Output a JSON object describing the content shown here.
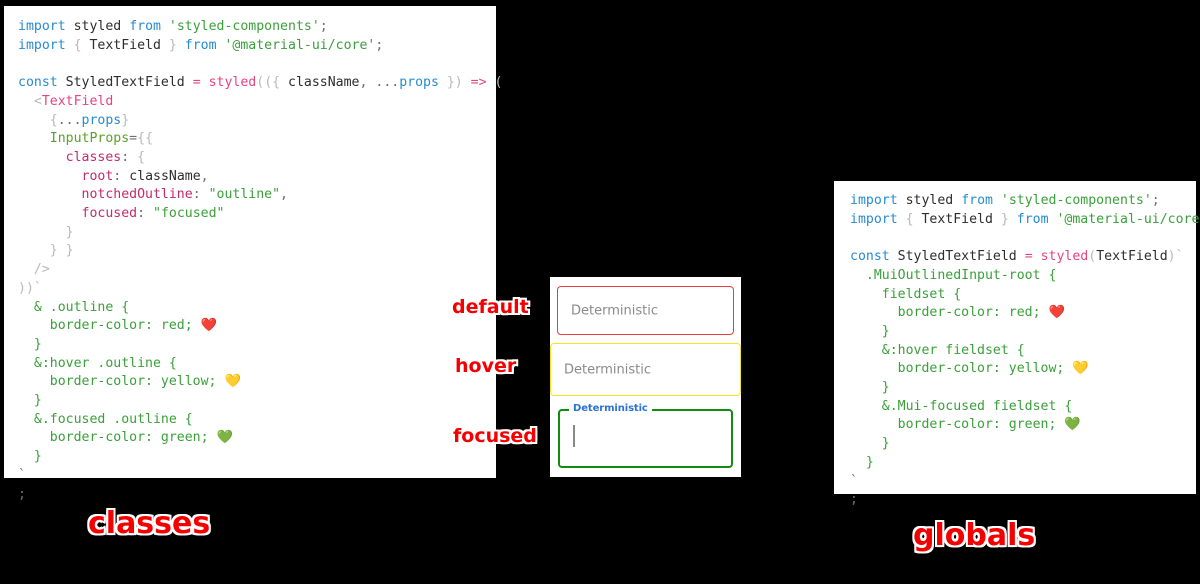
{
  "background_color": "#000000",
  "accent_colors": {
    "annotation_text": "#f50000",
    "annotation_outline": "#ffffff",
    "keyword": "#268bd2",
    "string": "#3aa03a",
    "function": "#e8437f",
    "object_key": "#c42a6b",
    "jsx_attribute": "#5aa02c",
    "panel_background": "#ffffff"
  },
  "left_panel": {
    "name": "classes-approach-code",
    "annotation": "classes",
    "language": "jsx",
    "lines": [
      {
        "tokens": [
          {
            "t": "import",
            "c": "kw"
          },
          {
            "t": " ",
            "c": "punc"
          },
          {
            "t": "styled",
            "c": "plain"
          },
          {
            "t": " ",
            "c": "punc"
          },
          {
            "t": "from",
            "c": "kw"
          },
          {
            "t": " ",
            "c": "punc"
          },
          {
            "t": "'styled-components'",
            "c": "str"
          },
          {
            "t": ";",
            "c": "punc2"
          }
        ]
      },
      {
        "tokens": [
          {
            "t": "import",
            "c": "kw"
          },
          {
            "t": " { ",
            "c": "punc"
          },
          {
            "t": "TextField",
            "c": "plain"
          },
          {
            "t": " } ",
            "c": "punc"
          },
          {
            "t": "from",
            "c": "kw"
          },
          {
            "t": " ",
            "c": "punc"
          },
          {
            "t": "'@material-ui/core'",
            "c": "str"
          },
          {
            "t": ";",
            "c": "punc2"
          }
        ]
      },
      {
        "tokens": []
      },
      {
        "tokens": [
          {
            "t": "const",
            "c": "kw"
          },
          {
            "t": " ",
            "c": "punc"
          },
          {
            "t": "StyledTextField",
            "c": "plain"
          },
          {
            "t": " ",
            "c": "punc"
          },
          {
            "t": "=",
            "c": "fn"
          },
          {
            "t": " ",
            "c": "punc"
          },
          {
            "t": "styled",
            "c": "fn"
          },
          {
            "t": "(({ ",
            "c": "punc"
          },
          {
            "t": "className",
            "c": "plain"
          },
          {
            "t": ", ",
            "c": "punc2"
          },
          {
            "t": "...",
            "c": "punc2"
          },
          {
            "t": "props",
            "c": "var"
          },
          {
            "t": " }) ",
            "c": "punc"
          },
          {
            "t": "=>",
            "c": "fn"
          },
          {
            "t": " (",
            "c": "punc"
          }
        ]
      },
      {
        "tokens": [
          {
            "t": "  <",
            "c": "punc"
          },
          {
            "t": "TextField",
            "c": "fn"
          }
        ]
      },
      {
        "tokens": [
          {
            "t": "    {",
            "c": "punc"
          },
          {
            "t": "...",
            "c": "punc2"
          },
          {
            "t": "props",
            "c": "var"
          },
          {
            "t": "}",
            "c": "punc"
          }
        ]
      },
      {
        "tokens": [
          {
            "t": "    ",
            "c": "punc"
          },
          {
            "t": "InputProps",
            "c": "attr"
          },
          {
            "t": "=",
            "c": "punc2"
          },
          {
            "t": "{{",
            "c": "punc"
          }
        ]
      },
      {
        "tokens": [
          {
            "t": "      ",
            "c": "punc"
          },
          {
            "t": "classes",
            "c": "prop"
          },
          {
            "t": ": ",
            "c": "punc2"
          },
          {
            "t": "{",
            "c": "punc"
          }
        ]
      },
      {
        "tokens": [
          {
            "t": "        ",
            "c": "punc"
          },
          {
            "t": "root",
            "c": "prop"
          },
          {
            "t": ": ",
            "c": "punc2"
          },
          {
            "t": "className",
            "c": "plain"
          },
          {
            "t": ",",
            "c": "punc2"
          }
        ]
      },
      {
        "tokens": [
          {
            "t": "        ",
            "c": "punc"
          },
          {
            "t": "notchedOutline",
            "c": "prop"
          },
          {
            "t": ": ",
            "c": "punc2"
          },
          {
            "t": "\"outline\"",
            "c": "str"
          },
          {
            "t": ",",
            "c": "punc2"
          }
        ]
      },
      {
        "tokens": [
          {
            "t": "        ",
            "c": "punc"
          },
          {
            "t": "focused",
            "c": "prop"
          },
          {
            "t": ": ",
            "c": "punc2"
          },
          {
            "t": "\"focused\"",
            "c": "str"
          }
        ]
      },
      {
        "tokens": [
          {
            "t": "      }",
            "c": "punc"
          }
        ]
      },
      {
        "tokens": [
          {
            "t": "    } }",
            "c": "punc"
          }
        ]
      },
      {
        "tokens": [
          {
            "t": "  />",
            "c": "punc"
          }
        ]
      },
      {
        "tokens": [
          {
            "t": "))`",
            "c": "punc"
          }
        ]
      },
      {
        "tokens": [
          {
            "t": "  & .outline {",
            "c": "css"
          }
        ]
      },
      {
        "tokens": [
          {
            "t": "    border-color: red; ",
            "c": "css"
          },
          {
            "t": "❤️",
            "c": "emoji"
          }
        ]
      },
      {
        "tokens": [
          {
            "t": "  }",
            "c": "css"
          }
        ]
      },
      {
        "tokens": [
          {
            "t": "  &:hover .outline {",
            "c": "css"
          }
        ]
      },
      {
        "tokens": [
          {
            "t": "    border-color: yellow; ",
            "c": "css"
          },
          {
            "t": "💛",
            "c": "emoji"
          }
        ]
      },
      {
        "tokens": [
          {
            "t": "  }",
            "c": "css"
          }
        ]
      },
      {
        "tokens": [
          {
            "t": "  &.focused .outline {",
            "c": "css"
          }
        ]
      },
      {
        "tokens": [
          {
            "t": "    border-color: green; ",
            "c": "css"
          },
          {
            "t": "💚",
            "c": "emoji"
          }
        ]
      },
      {
        "tokens": [
          {
            "t": "  }",
            "c": "css"
          }
        ]
      },
      {
        "tokens": [
          {
            "t": "`",
            "c": "punc2"
          }
        ]
      },
      {
        "tokens": [
          {
            "t": ";",
            "c": "punc2"
          }
        ]
      }
    ]
  },
  "right_panel": {
    "name": "globals-approach-code",
    "annotation": "globals",
    "language": "jsx",
    "lines": [
      {
        "tokens": [
          {
            "t": "import",
            "c": "kw"
          },
          {
            "t": " ",
            "c": "punc"
          },
          {
            "t": "styled",
            "c": "plain"
          },
          {
            "t": " ",
            "c": "punc"
          },
          {
            "t": "from",
            "c": "kw"
          },
          {
            "t": " ",
            "c": "punc"
          },
          {
            "t": "'styled-components'",
            "c": "str"
          },
          {
            "t": ";",
            "c": "punc2"
          }
        ]
      },
      {
        "tokens": [
          {
            "t": "import",
            "c": "kw"
          },
          {
            "t": " { ",
            "c": "punc"
          },
          {
            "t": "TextField",
            "c": "plain"
          },
          {
            "t": " } ",
            "c": "punc"
          },
          {
            "t": "from",
            "c": "kw"
          },
          {
            "t": " ",
            "c": "punc"
          },
          {
            "t": "'@material-ui/core'",
            "c": "str"
          },
          {
            "t": ";",
            "c": "punc2"
          }
        ]
      },
      {
        "tokens": []
      },
      {
        "tokens": [
          {
            "t": "const",
            "c": "kw"
          },
          {
            "t": " ",
            "c": "punc"
          },
          {
            "t": "StyledTextField",
            "c": "plain"
          },
          {
            "t": " ",
            "c": "punc"
          },
          {
            "t": "=",
            "c": "fn"
          },
          {
            "t": " ",
            "c": "punc"
          },
          {
            "t": "styled",
            "c": "fn"
          },
          {
            "t": "(",
            "c": "punc"
          },
          {
            "t": "TextField",
            "c": "plain"
          },
          {
            "t": ")`",
            "c": "punc"
          }
        ]
      },
      {
        "tokens": [
          {
            "t": "  .MuiOutlinedInput-root {",
            "c": "css"
          }
        ]
      },
      {
        "tokens": [
          {
            "t": "    fieldset {",
            "c": "css"
          }
        ]
      },
      {
        "tokens": [
          {
            "t": "      border-color: red; ",
            "c": "css"
          },
          {
            "t": "❤️",
            "c": "emoji"
          }
        ]
      },
      {
        "tokens": [
          {
            "t": "    }",
            "c": "css"
          }
        ]
      },
      {
        "tokens": [
          {
            "t": "    &:hover fieldset {",
            "c": "css"
          }
        ]
      },
      {
        "tokens": [
          {
            "t": "      border-color: yellow; ",
            "c": "css"
          },
          {
            "t": "💛",
            "c": "emoji"
          }
        ]
      },
      {
        "tokens": [
          {
            "t": "    }",
            "c": "css"
          }
        ]
      },
      {
        "tokens": [
          {
            "t": "    &.Mui-focused fieldset {",
            "c": "css"
          }
        ]
      },
      {
        "tokens": [
          {
            "t": "      border-color: green; ",
            "c": "css"
          },
          {
            "t": "💚",
            "c": "emoji"
          }
        ]
      },
      {
        "tokens": [
          {
            "t": "    }",
            "c": "css"
          }
        ]
      },
      {
        "tokens": [
          {
            "t": "  }",
            "c": "css"
          }
        ]
      },
      {
        "tokens": [
          {
            "t": "`",
            "c": "punc2"
          }
        ]
      },
      {
        "tokens": [
          {
            "t": ";",
            "c": "punc2"
          }
        ]
      }
    ]
  },
  "preview_panel": {
    "name": "textfield-preview",
    "fields": [
      {
        "state": "default",
        "annotation": "default",
        "value": "Deterministic",
        "border_color": "#ef3d3d",
        "label": null
      },
      {
        "state": "hover",
        "annotation": "hover",
        "value": "Deterministic",
        "border_color": "#f4e520",
        "label": null
      },
      {
        "state": "focused",
        "annotation": "focused",
        "value": "",
        "border_color": "#138a13",
        "label": "Deterministic",
        "label_color": "#2a72d4",
        "caret": true
      }
    ]
  }
}
